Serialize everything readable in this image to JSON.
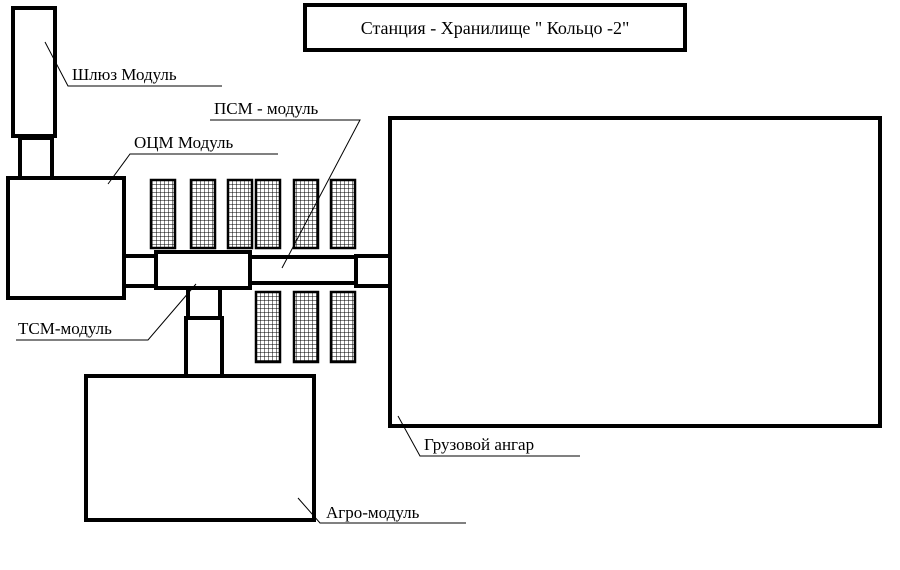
{
  "diagram": {
    "title": "Станция - Хранилище \" Кольцо -2\"",
    "labels": {
      "airlock": "Шлюз Модуль",
      "otsm": "ОЦМ Модуль",
      "psm": "ПСМ - модуль",
      "tsm": "ТСМ-модуль",
      "cargo": "Грузовой ангар",
      "agro": "Агро-модуль"
    }
  }
}
